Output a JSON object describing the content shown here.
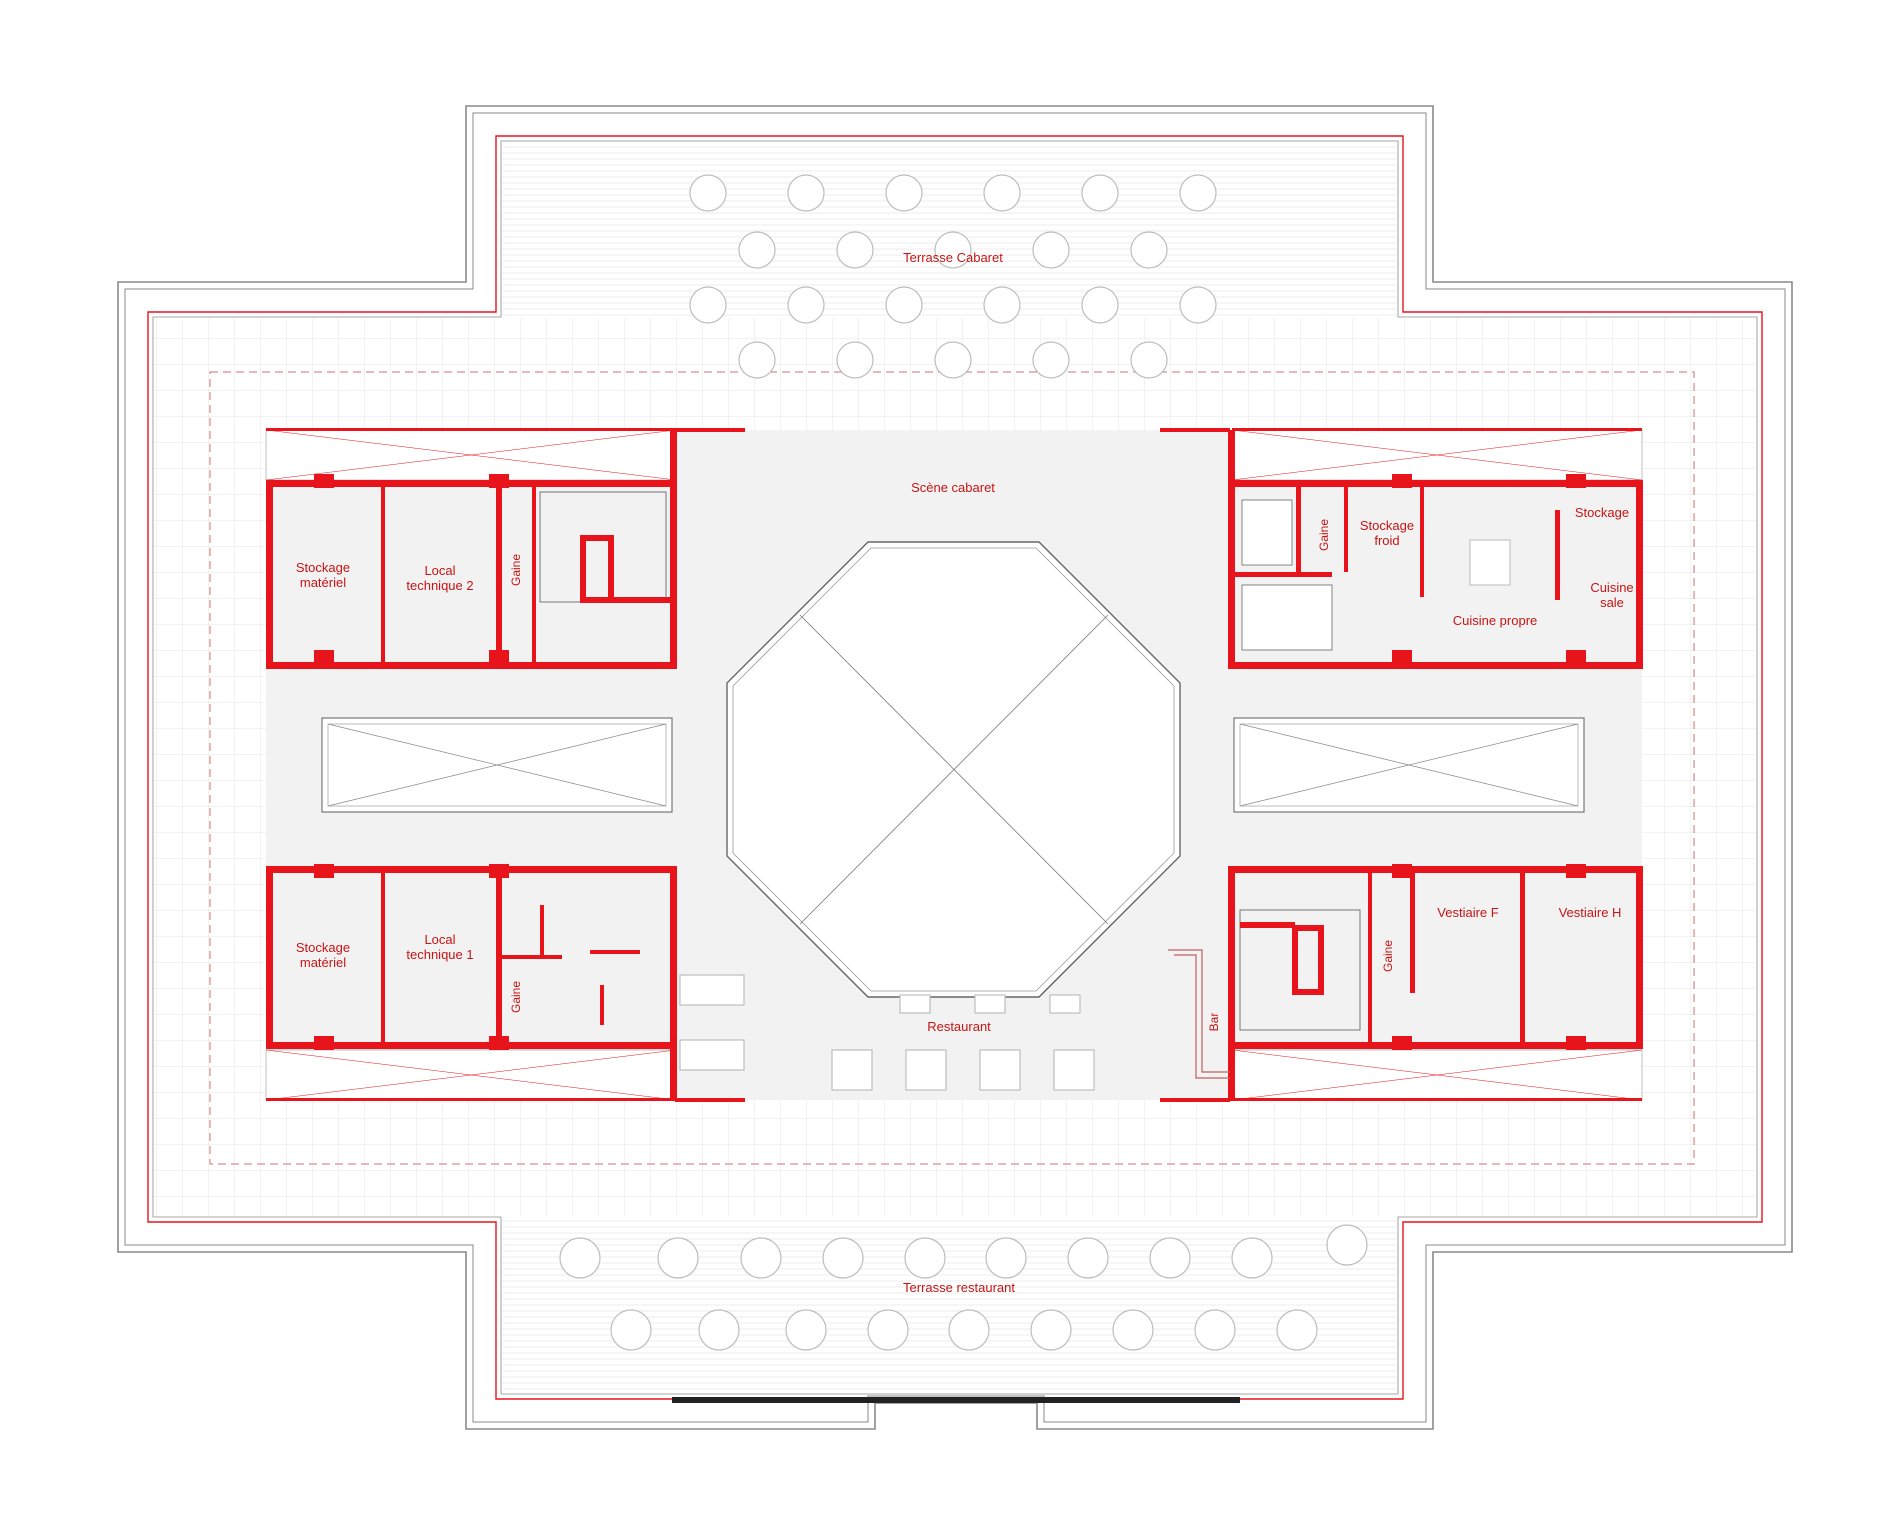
{
  "plan": {
    "labels": {
      "terrasse_cabaret": "Terrasse Cabaret",
      "scene_cabaret": "Scène cabaret",
      "stockage_materiel_top_l1": "Stockage",
      "stockage_materiel_top_l2": "matériel",
      "local_technique_2_l1": "Local",
      "local_technique_2_l2": "technique 2",
      "gaine_top_left": "Gaine",
      "gaine_top_right": "Gaine",
      "stockage_froid_l1": "Stockage",
      "stockage_froid_l2": "froid",
      "stockage_kitchen": "Stockage",
      "cuisine_sale_l1": "Cuisine",
      "cuisine_sale_l2": "sale",
      "cuisine_propre": "Cuisine propre",
      "stockage_materiel_bottom_l1": "Stockage",
      "stockage_materiel_bottom_l2": "matériel",
      "local_technique_1_l1": "Local",
      "local_technique_1_l2": "technique 1",
      "gaine_bottom_left": "Gaine",
      "gaine_bottom_right": "Gaine",
      "vestiaire_f": "Vestiaire F",
      "vestiaire_h": "Vestiaire H",
      "bar": "Bar",
      "restaurant": "Restaurant",
      "terrasse_restaurant": "Terrasse restaurant"
    },
    "colors": {
      "walls": "#e8141c",
      "labels": "#c81414",
      "outline": "#8a8a8a",
      "grid": "#dcdcdc",
      "room_fill": "#f2f2f2"
    }
  }
}
